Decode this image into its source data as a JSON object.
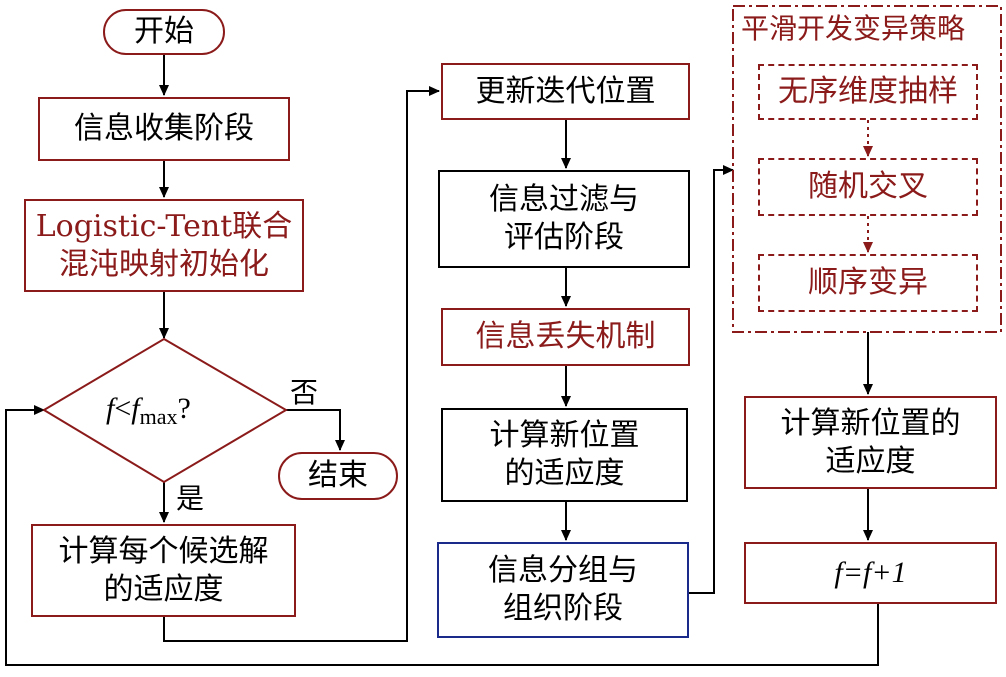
{
  "nodes": {
    "start": "开始",
    "info_collect": "信息收集阶段",
    "init_line1": "Logistic-Tent联合",
    "init_line2": "混沌映射初始化",
    "decision_f": "f",
    "decision_lt": "<",
    "decision_fmax": "f",
    "decision_sub": "max",
    "decision_q": "?",
    "no_label": "否",
    "yes_label": "是",
    "end": "结束",
    "calc_fitness_line1": "计算每个候选解",
    "calc_fitness_line2": "的适应度",
    "update_pos": "更新迭代位置",
    "filter_line1": "信息过滤与",
    "filter_line2": "评估阶段",
    "loss": "信息丢失机制",
    "calc_new_line1": "计算新位置",
    "calc_new_line2": "的适应度",
    "group_line1": "信息分组与",
    "group_line2": "组织阶段",
    "strategy_title": "平滑开发变异策略",
    "sampling": "无序维度抽样",
    "crossover": "随机交叉",
    "mutation": "顺序变异",
    "calc_new2_line1": "计算新位置的",
    "calc_new2_line2": "适应度",
    "increment": "f=f+1"
  },
  "colors": {
    "dark_red": "#8b1a1a",
    "blue": "#1a2a8b",
    "black": "#000000"
  }
}
